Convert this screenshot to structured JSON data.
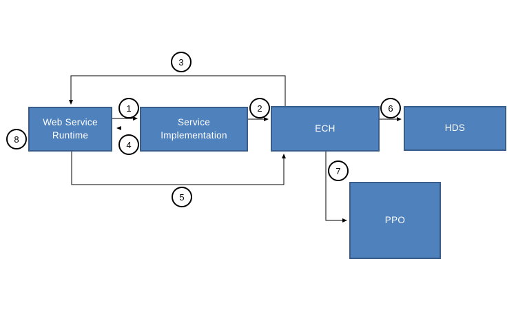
{
  "diagram": {
    "background_color": "#ffffff",
    "node_fill_color": "#4f81bd",
    "node_border_color": "#385d8a",
    "node_text_color": "#ffffff",
    "connector_color": "#000000",
    "nodes": [
      {
        "id": "web-service-runtime",
        "label": "Web Service\nRuntime"
      },
      {
        "id": "service-implementation",
        "label": "Service\nImplementation"
      },
      {
        "id": "ech",
        "label": "ECH"
      },
      {
        "id": "hds",
        "label": "HDS"
      },
      {
        "id": "ppo",
        "label": "PPO"
      }
    ],
    "steps": [
      {
        "number": "1",
        "from": "Web Service Runtime",
        "to": "Service Implementation"
      },
      {
        "number": "2",
        "from": "Service Implementation",
        "to": "ECH"
      },
      {
        "number": "3",
        "from": "ECH",
        "to": "Web Service Runtime"
      },
      {
        "number": "4",
        "from": "Service Implementation",
        "to": "Web Service Runtime"
      },
      {
        "number": "5",
        "from": "Web Service Runtime",
        "to": "ECH"
      },
      {
        "number": "6",
        "from": "ECH",
        "to": "HDS"
      },
      {
        "number": "7",
        "from": "ECH",
        "to": "PPO"
      },
      {
        "number": "8",
        "at": "Web Service Runtime"
      }
    ]
  }
}
